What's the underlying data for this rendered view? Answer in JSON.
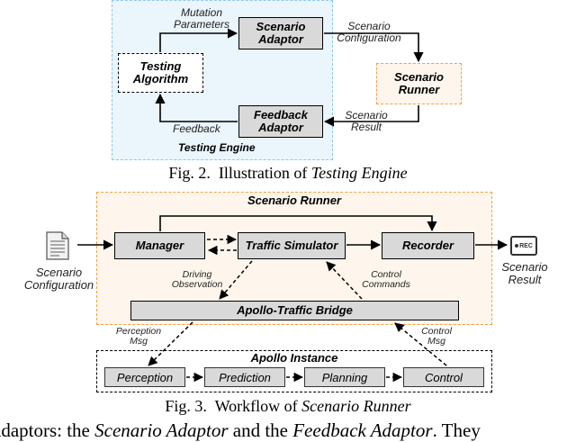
{
  "fig2": {
    "scenario_adaptor": "Scenario Adaptor",
    "feedback_adaptor": "Feedback Adaptor",
    "testing_algorithm": "Testing Algorithm",
    "scenario_runner": "Scenario Runner",
    "testing_engine": "Testing Engine",
    "mutation_parameters": "Mutation Parameters",
    "scenario_configuration": "Scenario Configuration",
    "scenario_result": "Scenario Result",
    "feedback": "Feedback",
    "caption_prefix": "Fig. 2.  Illustration of ",
    "caption_em": "Testing Engine"
  },
  "fig3": {
    "scenario_runner_title": "Scenario Runner",
    "manager": "Manager",
    "traffic_simulator": "Traffic Simulator",
    "recorder": "Recorder",
    "apollo_traffic_bridge": "Apollo-Traffic Bridge",
    "apollo_instance": "Apollo Instance",
    "modules": [
      "Perception",
      "Prediction",
      "Planning",
      "Control"
    ],
    "scenario_configuration": "Scenario Configuration",
    "scenario_result": "Scenario Result",
    "rec_label": "REC",
    "driving_observation": "Driving Observation",
    "control_commands": "Control Commands",
    "perception_msg": "Perception Msg",
    "control_msg": "Control Msg",
    "caption_prefix": "Fig. 3.  Workflow of ",
    "caption_em": "Scenario Runner"
  },
  "body_text": {
    "part1": "adaptors: the ",
    "em1": "Scenario Adaptor",
    "part2": " and the ",
    "em2": "Feedback Adaptor",
    "part3": ". They"
  },
  "colors": {
    "light_blue": "#eaf5fc",
    "orange_dash": "#f5a142",
    "light_orange": "#fef6ec",
    "gray": "#d9d9d9"
  }
}
